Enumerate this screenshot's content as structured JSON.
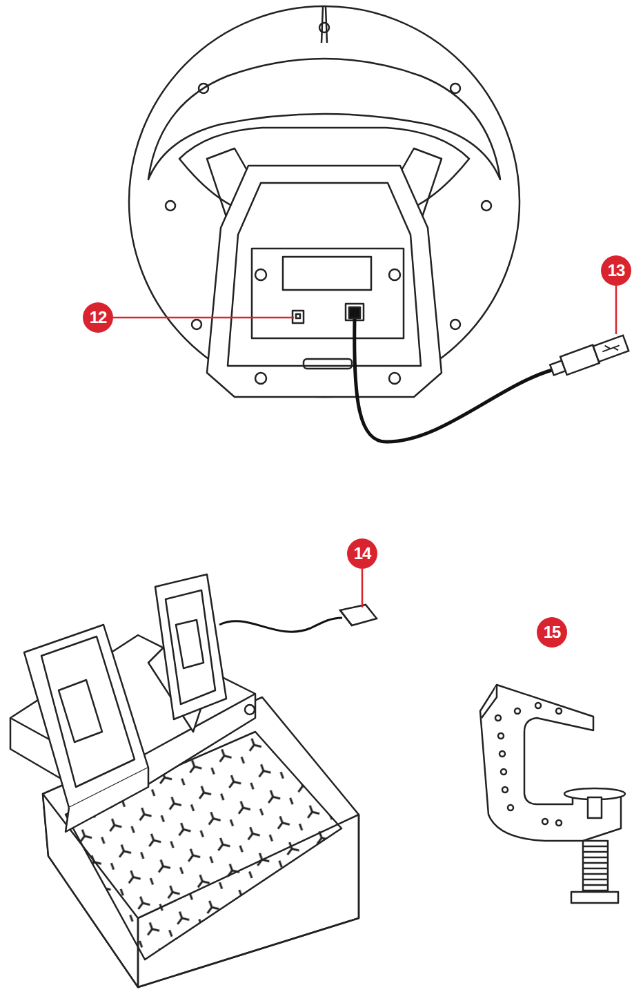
{
  "diagram": {
    "labels": [
      "12",
      "13",
      "14",
      "15"
    ]
  }
}
